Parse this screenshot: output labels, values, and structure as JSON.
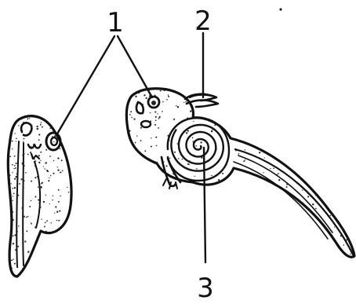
{
  "labels": {
    "label_1": "1",
    "label_2": "2",
    "label_3": "3"
  },
  "colors": {
    "ink": "#111111",
    "background": "#ffffff"
  }
}
